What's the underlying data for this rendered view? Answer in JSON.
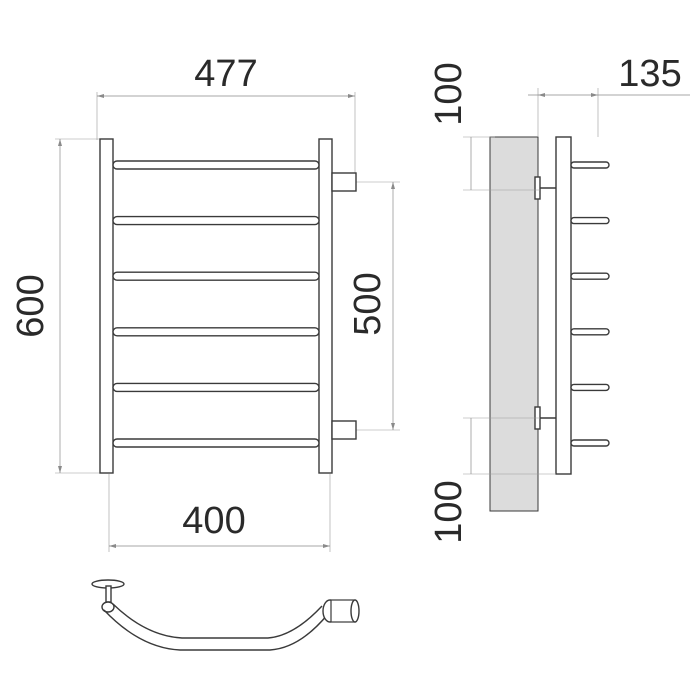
{
  "dimensions": {
    "front_width": "477",
    "front_height": "600",
    "pipe_spacing": "500",
    "bar_width": "400",
    "side_top_offset": "100",
    "side_bottom_offset": "100",
    "wall_offset": "135"
  },
  "crossbar_count": 6
}
